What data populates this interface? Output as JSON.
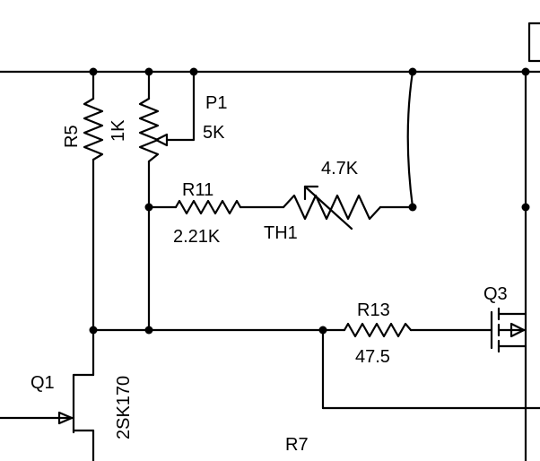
{
  "components": {
    "r5": {
      "designator": "R5",
      "value": "1K"
    },
    "p1": {
      "designator": "P1",
      "value": "5K"
    },
    "r11": {
      "designator": "R11",
      "value": "2.21K"
    },
    "th1": {
      "designator": "TH1",
      "value": "4.7K"
    },
    "r13": {
      "designator": "R13",
      "value": "47.5"
    },
    "q3": {
      "designator": "Q3"
    },
    "q1": {
      "designator": "Q1",
      "part": "2SK170"
    },
    "r7": {
      "designator": "R7"
    }
  }
}
